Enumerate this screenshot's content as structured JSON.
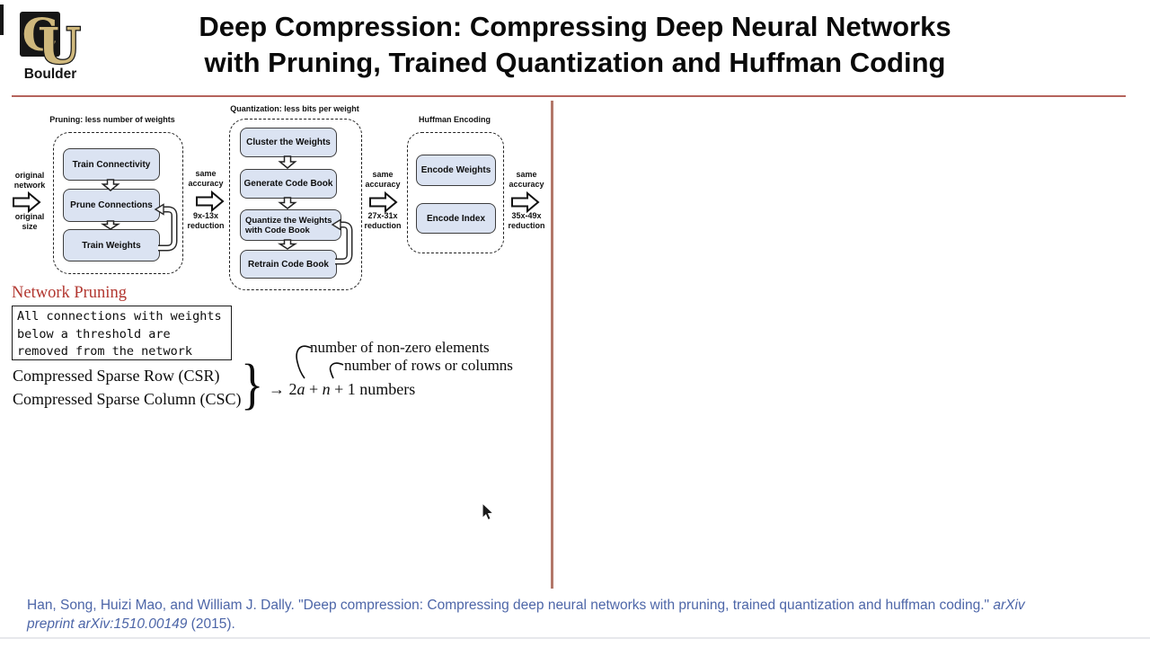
{
  "header": {
    "logo_c": "C",
    "logo_u": "U",
    "boulder_label": "Boulder",
    "title_line1": "Deep Compression: Compressing Deep Neural Networks",
    "title_line2": "with Pruning, Trained Quantization and Huffman Coding"
  },
  "colors": {
    "accent_rule": "#b5635c",
    "vertical_rule": "#b27769",
    "flowbox_fill": "#dbe3f2",
    "heading_red": "#b23730",
    "citation_blue": "#4d66a8",
    "logo_gold": "#cfb87c"
  },
  "pipeline": {
    "pruning": {
      "label": "Pruning: less number of weights",
      "boxes": [
        "Train Connectivity",
        "Prune Connections",
        "Train Weights"
      ]
    },
    "quantization": {
      "label": "Quantization: less bits per weight",
      "boxes": [
        "Cluster the Weights",
        "Generate Code Book",
        "Quantize the Weights\nwith Code Book",
        "Retrain Code Book"
      ]
    },
    "huffman": {
      "label": "Huffman Encoding",
      "boxes": [
        "Encode Weights",
        "Encode Index"
      ]
    },
    "input_label_top": "original\nnetwork",
    "input_label_bottom": "original\nsize",
    "stage_arrows": [
      {
        "top": "same\naccuracy",
        "bottom": "9x-13x\nreduction"
      },
      {
        "top": "same\naccuracy",
        "bottom": "27x-31x\nreduction"
      },
      {
        "top": "same\naccuracy",
        "bottom": "35x-49x\nreduction"
      }
    ]
  },
  "content": {
    "section_heading": "Network Pruning",
    "note_box": "All connections with weights\nbelow a threshold are\nremoved from the network",
    "csr_line": "Compressed Sparse Row (CSR)",
    "csc_line": "Compressed Sparse Column (CSC)",
    "brace": "}",
    "formula": {
      "arrow": "→ ",
      "coef": "2",
      "var1": "a",
      "plus1": " + ",
      "var2": "n",
      "tail": " + 1 numbers"
    },
    "annotation_nonzero": "number of non-zero elements",
    "annotation_rows": "number of rows or columns"
  },
  "citation": {
    "part1": "Han, Song, Huizi Mao, and William J. Dally. \"Deep compression: Compressing deep neural networks with pruning, trained quantization and huffman coding.\" ",
    "part2_italic": "arXiv preprint arXiv:1510.00149",
    "part3": " (2015)."
  }
}
